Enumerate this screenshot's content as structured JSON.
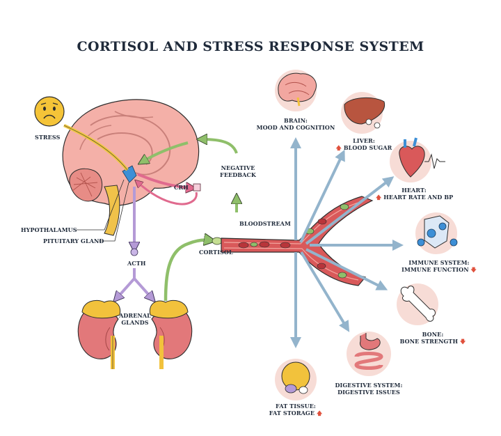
{
  "title": "CORTISOL AND STRESS RESPONSE SYSTEM",
  "labels": {
    "stress": "STRESS",
    "hypothalamus": "HYPOTHALAMUS",
    "pituitary": "PITUITARY GLAND",
    "crh": "CRH",
    "negative_feedback_1": "NEGATIVE",
    "negative_feedback_2": "FEEDBACK",
    "acth": "ACTH",
    "adrenal_1": "ADRENAL",
    "adrenal_2": "GLANDS",
    "cortisol": "CORTISOL",
    "bloodstream": "BLOODSTREAM"
  },
  "effects": {
    "brain": {
      "line1": "BRAIN:",
      "line2": "MOOD AND COGNITION"
    },
    "liver": {
      "line1": "LIVER:",
      "line2": "BLOOD SUGAR",
      "arrow": "🡅"
    },
    "heart": {
      "line1": "HEART:",
      "line2": "HEART RATE AND BP",
      "arrow": "🡅"
    },
    "immune": {
      "line1": "IMMUNE SYSTEM:",
      "line2": "IMMUNE FUNCTION",
      "arrow": "🡇"
    },
    "bone": {
      "line1": "BONE:",
      "line2": "BONE STRENGTH",
      "arrow": "🡇"
    },
    "digestive": {
      "line1": "DIGESTIVE SYSTEM:",
      "line2": "DIGESTIVE ISSUES"
    },
    "fat": {
      "line1": "FAT TISSUE:",
      "line2": "FAT STORAGE",
      "arrow": "🡅"
    }
  },
  "colors": {
    "blood_arrow": "#93b4cc",
    "pathway_green": "#8fbf6a",
    "pathway_purple": "#b49ad6",
    "pathway_pink": "#e06a8e",
    "stress_line": "#f0c840",
    "vessel": "#d9595a",
    "brain": "#f2a7a0",
    "kidney": "#e2787a",
    "adrenal": "#f2c23c",
    "circle_bg": "#f7dcd6",
    "increase": "#e0503c"
  }
}
